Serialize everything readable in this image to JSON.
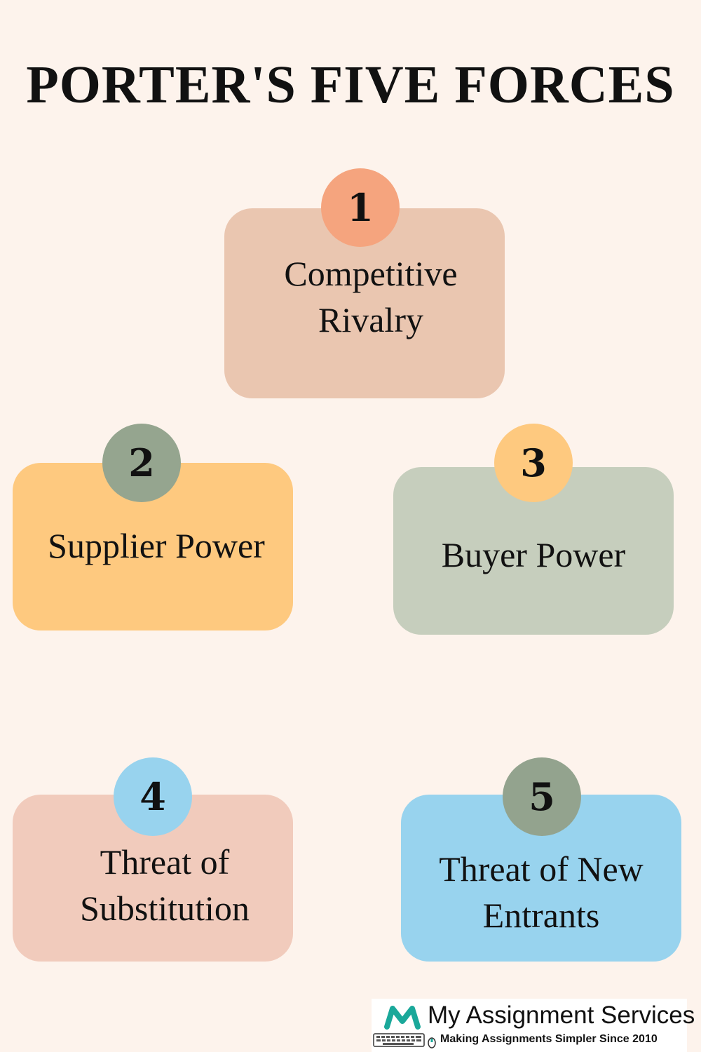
{
  "title": "PORTER'S FIVE FORCES",
  "forces": [
    {
      "number": "1",
      "label": "Competitive\nRivalry",
      "card_color": "#eac6b0",
      "badge_color": "#f5a47e"
    },
    {
      "number": "2",
      "label": "Supplier Power",
      "card_color": "#fec97f",
      "badge_color": "#95a58f"
    },
    {
      "number": "3",
      "label": "Buyer Power",
      "card_color": "#c6cebd",
      "badge_color": "#fec97f"
    },
    {
      "number": "4",
      "label": "Threat of\nSubstitution",
      "card_color": "#f1cbbc",
      "badge_color": "#98d3ee"
    },
    {
      "number": "5",
      "label": "Threat of New\nEntrants",
      "card_color": "#98d3ee",
      "badge_color": "#93a38e"
    }
  ],
  "logo": {
    "name": "My Assignment Services",
    "tagline": "Making Assignments Simpler Since 2010",
    "accent_color": "#1aa89a"
  }
}
